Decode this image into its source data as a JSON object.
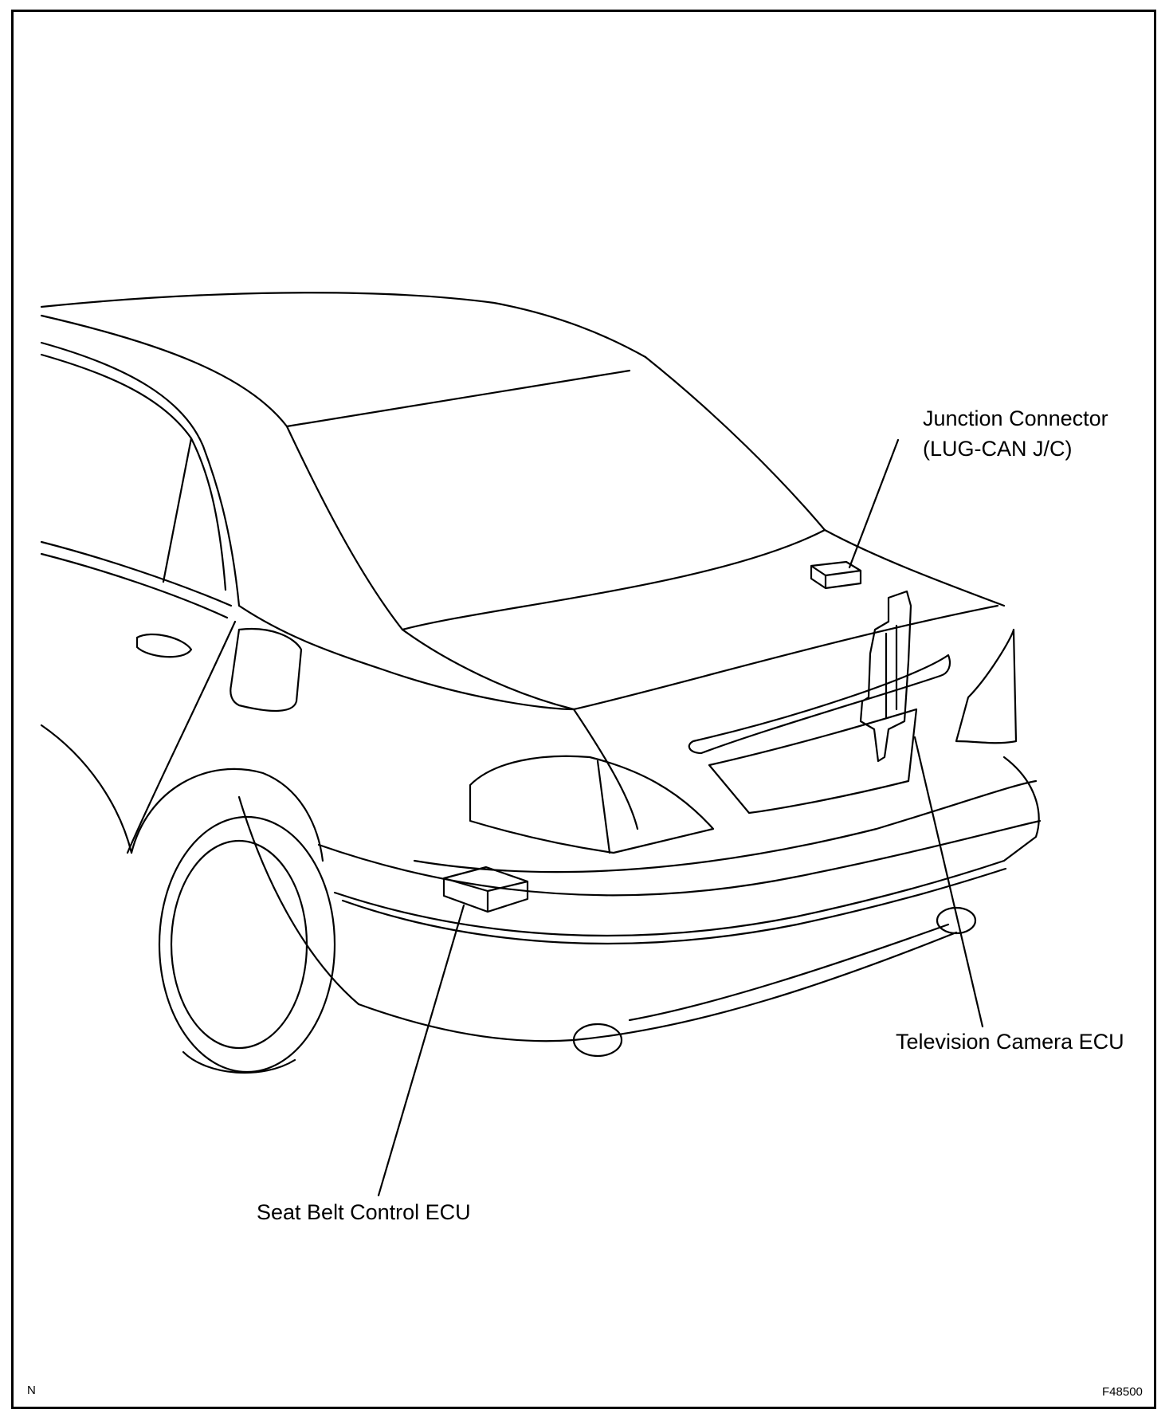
{
  "labels": {
    "junction_connector": "Junction Connector",
    "junction_connector_sub": "(LUG-CAN J/C)",
    "television_camera_ecu": "Television Camera ECU",
    "seat_belt_control_ecu": "Seat Belt Control ECU"
  },
  "footer": {
    "left_code": "N",
    "figure_id": "F48500"
  },
  "colors": {
    "line": "#000000",
    "background": "#ffffff"
  }
}
